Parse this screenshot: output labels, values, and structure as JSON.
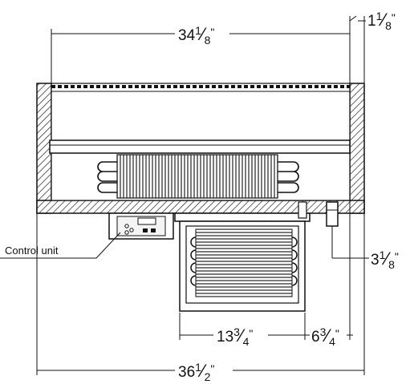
{
  "dimensions": {
    "top_width": {
      "whole": "34",
      "num": "1",
      "den": "8",
      "mark": "\""
    },
    "top_right": {
      "whole": "1",
      "num": "1",
      "den": "8",
      "mark": "\""
    },
    "right_drop": {
      "whole": "3",
      "num": "1",
      "den": "8",
      "mark": "\""
    },
    "unit_width": {
      "whole": "13",
      "num": "3",
      "den": "4",
      "mark": "\""
    },
    "unit_offset": {
      "whole": "6",
      "num": "3",
      "den": "4",
      "mark": "\""
    },
    "total_width": {
      "whole": "36",
      "num": "1",
      "den": "2",
      "mark": "\""
    }
  },
  "labels": {
    "control_unit": "Control unit"
  },
  "colors": {
    "line": "#111111",
    "coil": "#333333",
    "panel": "#f4f4f4"
  }
}
